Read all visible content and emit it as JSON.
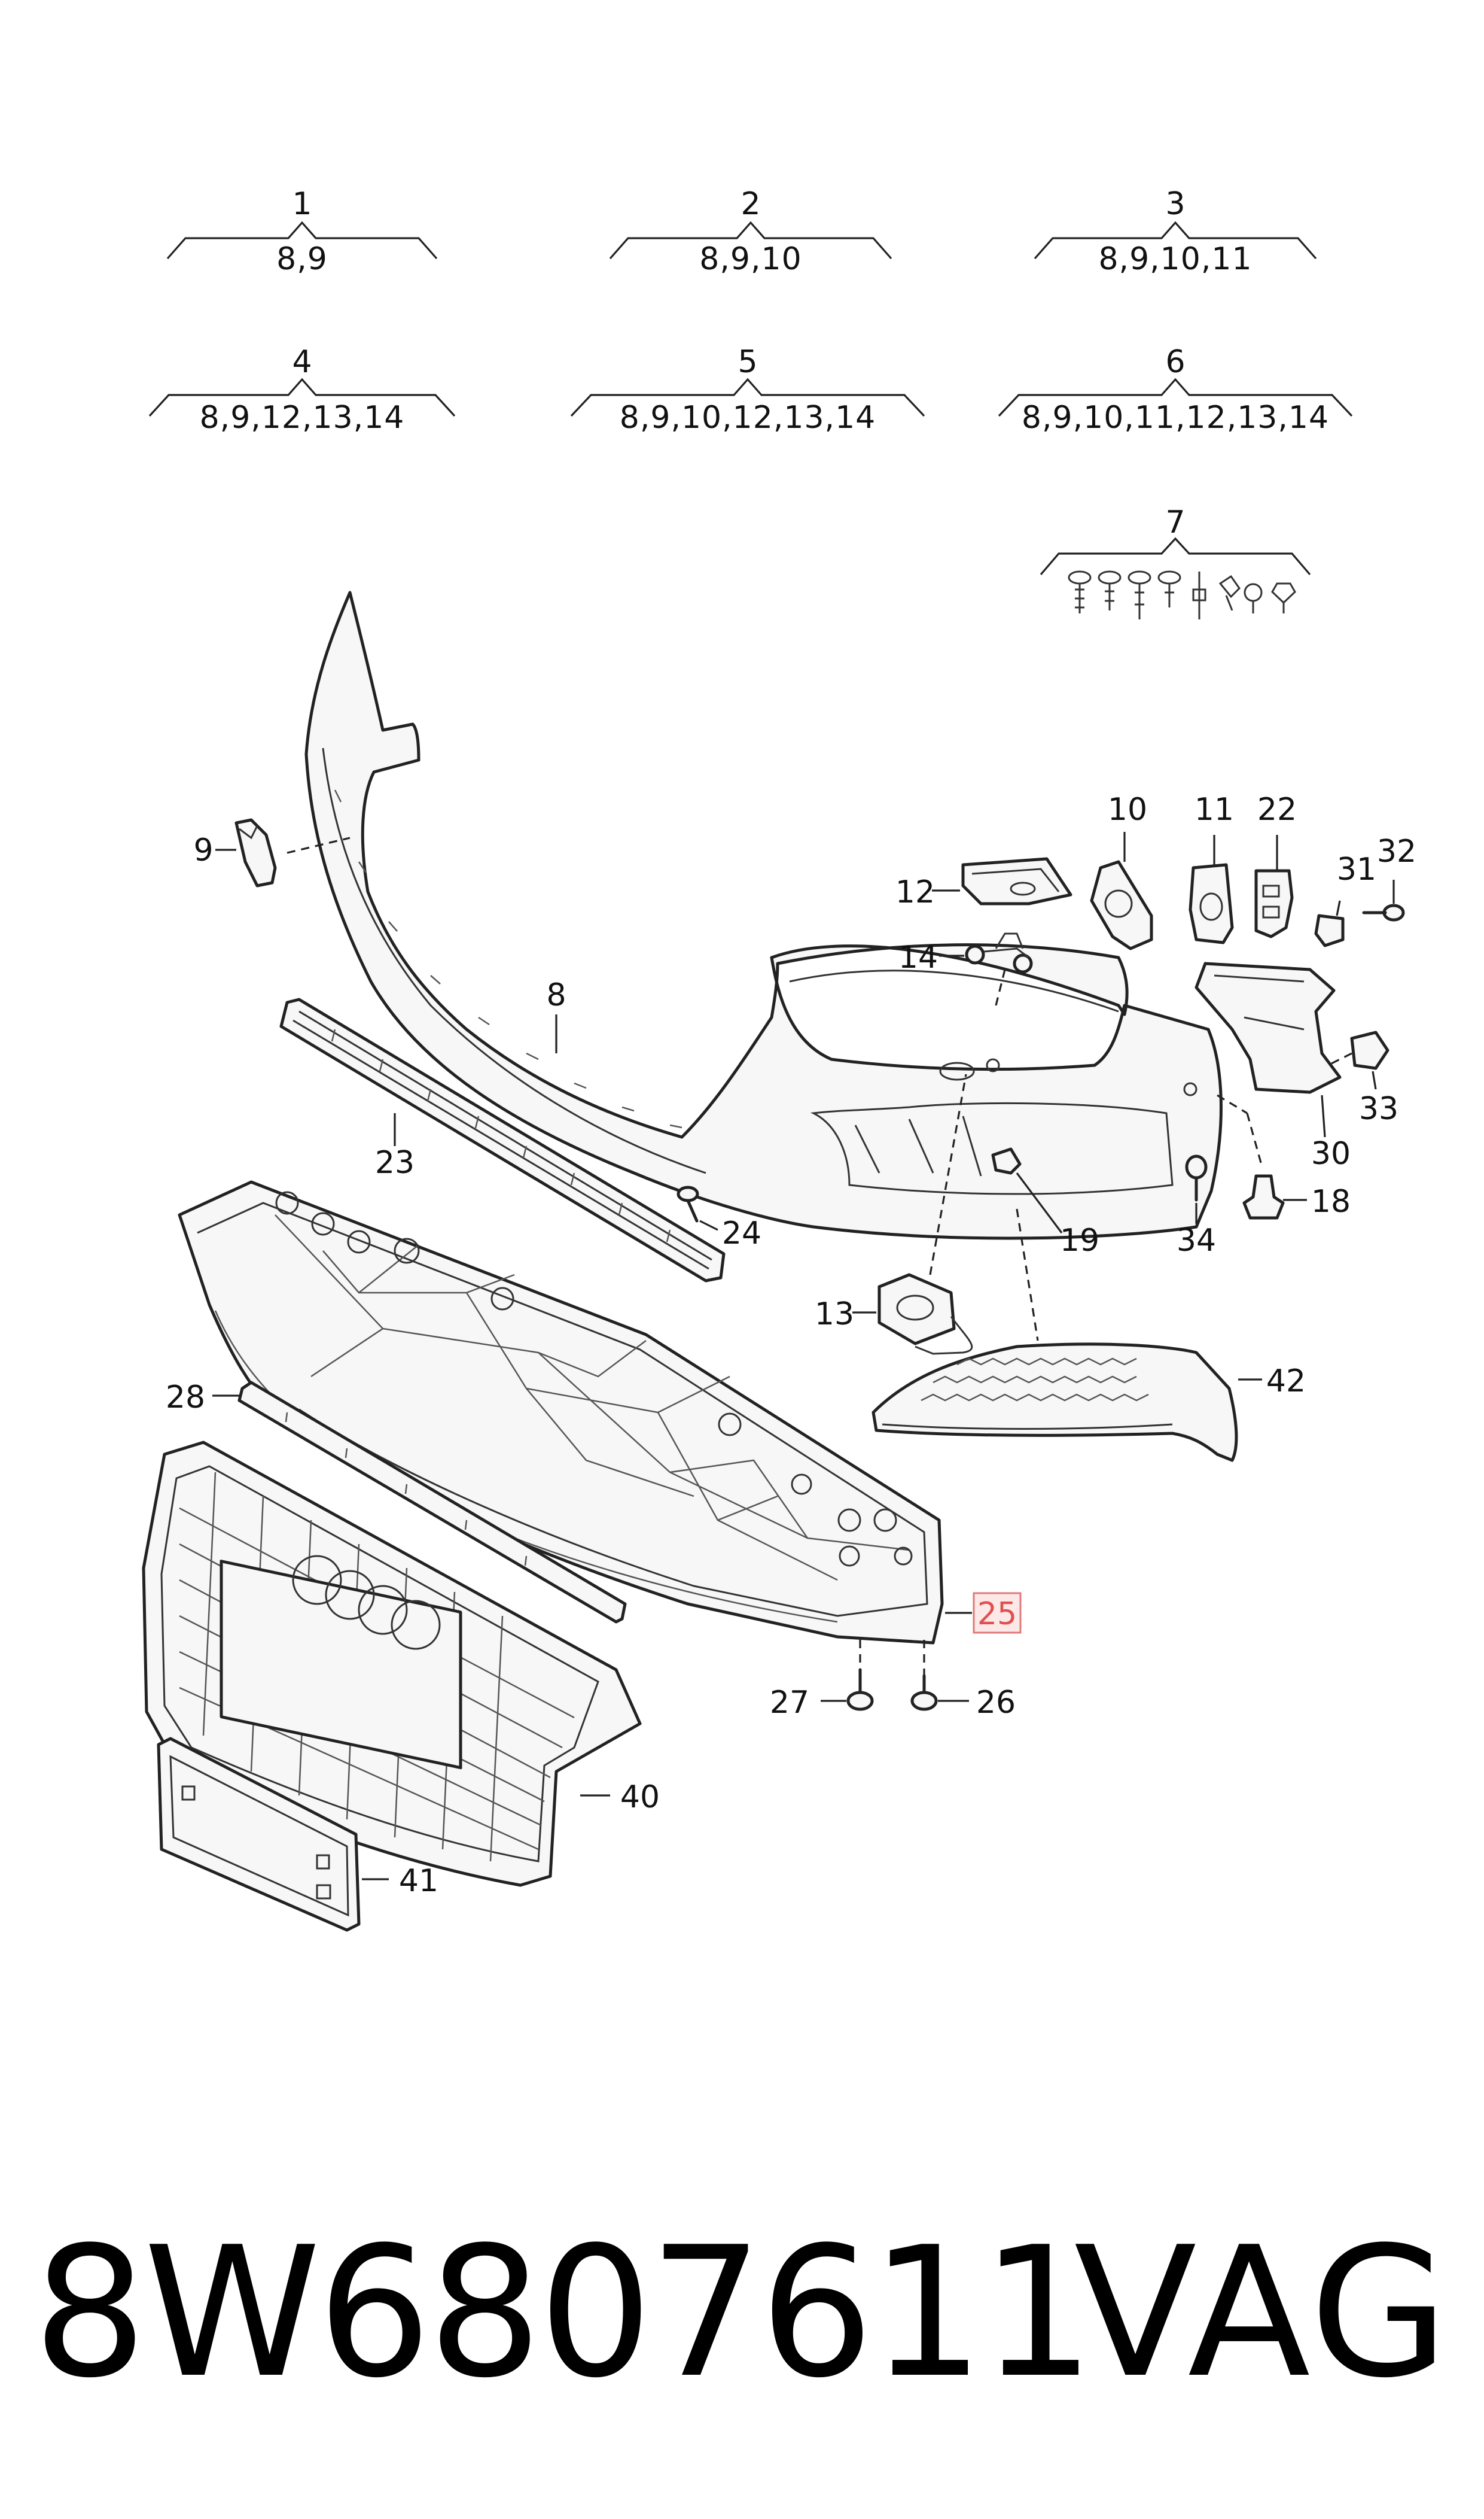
{
  "groups": [
    {
      "number": "1",
      "contents": "8,9"
    },
    {
      "number": "2",
      "contents": "8,9,10"
    },
    {
      "number": "3",
      "contents": "8,9,10,11"
    },
    {
      "number": "4",
      "contents": "8,9,12,13,14"
    },
    {
      "number": "5",
      "contents": "8,9,10,12,13,14"
    },
    {
      "number": "6",
      "contents": "8,9,10,11,12,13,14"
    },
    {
      "number": "7",
      "contents": ""
    }
  ],
  "callouts": {
    "c8": "8",
    "c9": "9",
    "c10": "10",
    "c11": "11",
    "c12": "12",
    "c13": "13",
    "c14": "14",
    "c18": "18",
    "c19": "19",
    "c22": "22",
    "c23": "23",
    "c24": "24",
    "c25": "25",
    "c26": "26",
    "c27": "27",
    "c28": "28",
    "c30": "30",
    "c31": "31",
    "c32": "32",
    "c33": "33",
    "c34": "34",
    "c40": "40",
    "c41": "41",
    "c42": "42"
  },
  "highlighted_part": "25",
  "highlight_color": "#e05050",
  "footer": {
    "part_number": "8W6807611",
    "brand": "VAG"
  }
}
